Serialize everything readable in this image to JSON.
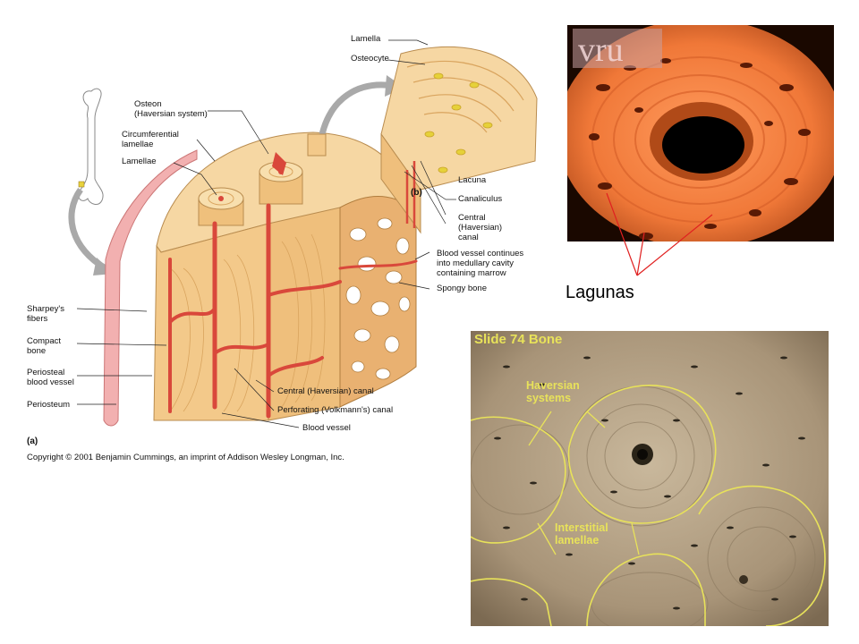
{
  "diagram": {
    "labels": {
      "lamella": "Lamella",
      "osteocyte": "Osteocyte",
      "osteon": "Osteon\n(Haversian system)",
      "circumferential": "Circumferential\nlamellae",
      "lamellae": "Lamellae",
      "lacuna": "Lacuna",
      "canaliculus": "Canaliculus",
      "central_canal_b": "Central\n(Haversian)\ncanal",
      "blood_vessel_marrow": "Blood vessel continues\ninto medullary cavity\ncontaining marrow",
      "spongy_bone": "Spongy bone",
      "sharpeys": "Sharpey's\nfibers",
      "compact_bone": "Compact\nbone",
      "periosteal_vessel": "Periosteal\nblood vessel",
      "periosteum": "Periosteum",
      "central_canal_a": "Central (Haversian) canal",
      "perforating_canal": "Perforating (Volkmann's) canal",
      "blood_vessel": "Blood vessel"
    },
    "panel_a": "(a)",
    "panel_b": "(b)",
    "copyright": "Copyright © 2001 Benjamin Cummings, an imprint of Addison Wesley Longman, Inc."
  },
  "photo_top": {
    "callout": "Lagunas",
    "logo_text": "vru"
  },
  "photo_bottom": {
    "title": "Slide 74 Bone",
    "haversian": "Haversian\nsystems",
    "interstitial": "Interstitial\nlamellae"
  },
  "colors": {
    "bone_tan": "#f3c98a",
    "vessel_red": "#d9483b",
    "annotation_yellow": "#e8e25a",
    "callout_red": "#e02020"
  }
}
